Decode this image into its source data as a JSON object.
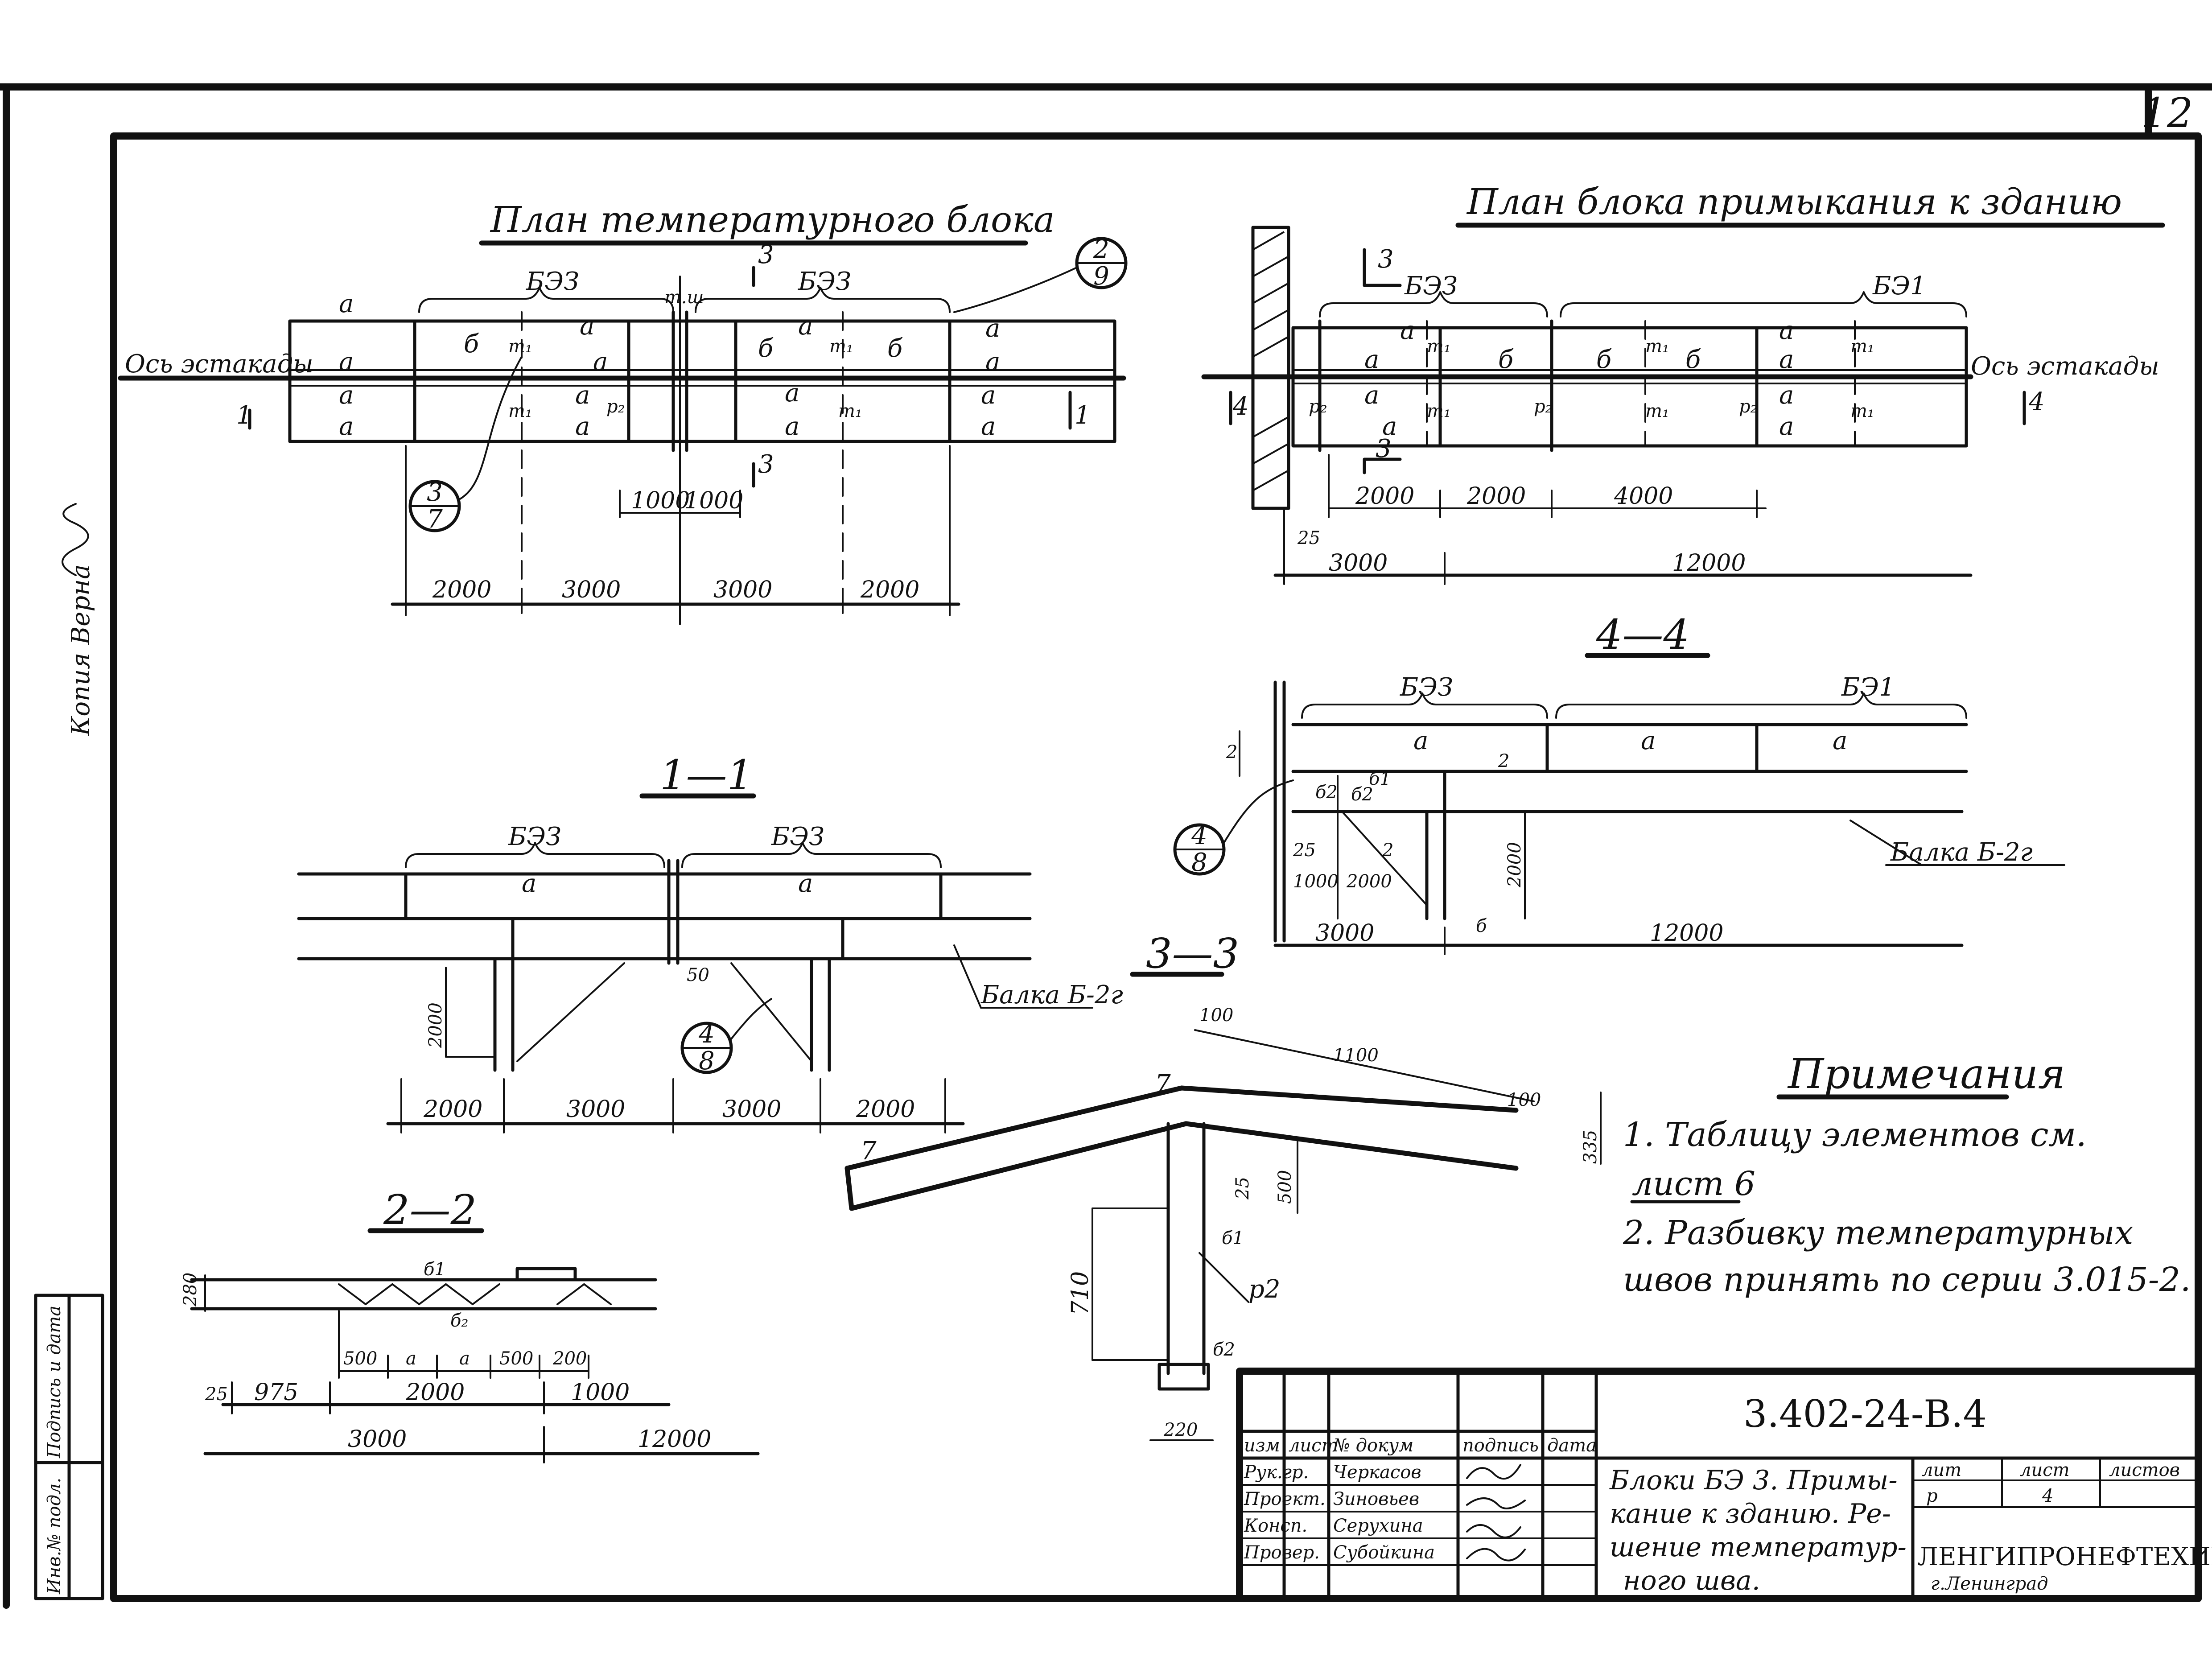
{
  "sheet": {
    "number": "12",
    "margin_note": "Копия Верна"
  },
  "views": {
    "plan_temp": {
      "title": "План температурного блока",
      "axis": "Ось эстакады",
      "section_mark": "1",
      "cut_mark": "3",
      "blocks": [
        "БЭЗ",
        "БЭЗ"
      ],
      "seam": "т.ш",
      "callouts": [
        {
          "top": "2",
          "bottom": "9"
        },
        {
          "top": "3",
          "bottom": "7"
        }
      ],
      "dims_inner": [
        "1000",
        "1000"
      ],
      "dims": [
        "2000",
        "3000",
        "3000",
        "2000"
      ],
      "labels": {
        "a": "а",
        "b": "б",
        "m": "т₁",
        "p": "р₂"
      }
    },
    "plan_adj": {
      "title": "План блока примыкания к зданию",
      "axis": "Ось эстакады",
      "section_mark": "4",
      "cut_mark": "3",
      "blocks": [
        "БЭЗ",
        "БЭ1"
      ],
      "dims_inner": [
        "2000",
        "2000",
        "4000"
      ],
      "dim_small": "25",
      "dims": [
        "3000",
        "12000"
      ]
    },
    "sec44": {
      "title": "4—4",
      "blocks": [
        "БЭЗ",
        "БЭ1"
      ],
      "beam": "Балка Б-2г",
      "labels": [
        "б2",
        "б1",
        "б2",
        "2",
        "2",
        "б"
      ],
      "callout": {
        "top": "4",
        "bottom": "8"
      },
      "dims": [
        "25",
        "1000",
        "2000",
        "2000",
        "3000",
        "12000"
      ]
    },
    "sec11": {
      "title": "1—1",
      "blocks": [
        "БЭЗ",
        "БЭЗ"
      ],
      "beam": "Балка Б-2г",
      "callout": {
        "top": "4",
        "bottom": "8"
      },
      "dims": [
        "2000",
        "3000",
        "3000",
        "2000"
      ],
      "height": "2000",
      "gap": "50"
    },
    "sec33": {
      "title": "3—3",
      "dims": [
        "100",
        "1100",
        "100",
        "335",
        "500",
        "25",
        "710",
        "220"
      ],
      "labels": [
        "р2",
        "б1",
        "б2"
      ],
      "cut": "7"
    },
    "sec22": {
      "title": "2—2",
      "labels": [
        "б1",
        "б₂"
      ],
      "dims_small": [
        "500",
        "а",
        "а",
        "500",
        "200"
      ],
      "dims": [
        "25",
        "975",
        "2000",
        "1000"
      ],
      "dims_total": [
        "3000",
        "12000"
      ],
      "height": "280"
    }
  },
  "notes": {
    "title": "Примечания",
    "items": [
      "1. Таблицу элементов см.",
      "лист 6",
      "2. Разбивку температурных",
      "швов принять по серии 3.015-2."
    ]
  },
  "titleblock": {
    "code": "3.402-24-В.4",
    "headers": [
      "изм",
      "лист",
      "№ докум",
      "подпись",
      "дата"
    ],
    "roles": [
      "Рук.гр.",
      "Проект.",
      "Консп.",
      "Провер."
    ],
    "names": [
      "Черкасов",
      "Зиновьев",
      "Серухина",
      "Субойкина"
    ],
    "description": [
      "Блоки БЭ 3. Примы-",
      "кание к зданию. Ре-",
      "шение температур-",
      "ного шва."
    ],
    "lit_headers": [
      "лит",
      "лист",
      "листов"
    ],
    "lit_values": [
      "р",
      "4"
    ],
    "org": "ЛЕНГИПРОНЕФТЕХИМ",
    "city": "г.Ленинград"
  },
  "sidebar": {
    "cells": [
      "Подпись и дата",
      "Инв.№ подл."
    ]
  }
}
